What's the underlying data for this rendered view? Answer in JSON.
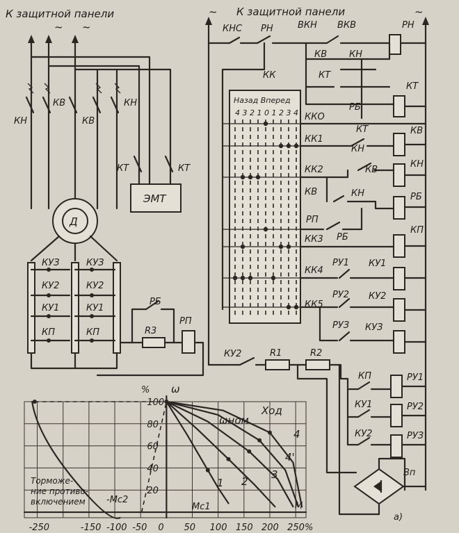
{
  "headings": {
    "left": "К защитной панели",
    "right": "К защитной панели",
    "ac_symbol": "~"
  },
  "motor": {
    "label": "Д",
    "brake": "ЭМТ"
  },
  "power_contacts": {
    "kv": "КВ",
    "kn": "КН",
    "kt": "КТ"
  },
  "rotor_contacts": [
    "КУЗ",
    "КУ2",
    "КУ1",
    "КП"
  ],
  "rotor_circuit": {
    "rb": "РБ",
    "r3": "R3",
    "rp": "РП"
  },
  "control": {
    "knc": "КНС",
    "rn": "РН",
    "vkn": "ВКН",
    "vkv": "ВКВ",
    "kk": "КК",
    "kk_title": "Назад Вперед",
    "kk_positions": "4 3 2 1 0 1 2 3 4",
    "kk_rows": [
      "ККО",
      "КК1",
      "КК2",
      "КК3",
      "КК4",
      "КК5"
    ],
    "contacts": [
      "КВ",
      "КН",
      "КТ",
      "РБ",
      "КТ",
      "КН",
      "КВ",
      "КВ",
      "КН",
      "РП",
      "РБ",
      "РУ1",
      "РУ2",
      "РУЗ"
    ],
    "coils": [
      "РН",
      "КТ",
      "КВ",
      "КН",
      "РБ",
      "КП",
      "КУ1",
      "КУ2",
      "КУЗ"
    ],
    "resistors": [
      "КУ2",
      "R1",
      "R2"
    ],
    "relay_contacts": [
      "КП",
      "КУ1",
      "КУ2"
    ],
    "relay_coils": [
      "РУ1",
      "РУ2",
      "РУЗ"
    ],
    "rectifier": "Вп",
    "figure_label": "а)"
  },
  "graph": {
    "y_unit": "%",
    "y_symbol": "ω",
    "y_ticks": [
      "100",
      "80",
      "60",
      "40",
      "20"
    ],
    "x_ticks": [
      "-250",
      "-150",
      "-100",
      "-50",
      "0",
      "50",
      "100",
      "150",
      "200",
      "250%"
    ],
    "omega_nom": "ωном",
    "hod": "Ход",
    "braking": [
      "Торможе-",
      "ние противо-",
      "включением"
    ],
    "mc2": "-Mс2",
    "mc1": "Mс1",
    "m": "M",
    "curve_labels": [
      "4",
      "4'",
      "3",
      "2",
      "1"
    ]
  },
  "chart_data": {
    "type": "line",
    "title": "",
    "xlabel": "M, %",
    "ylabel": "ω, %",
    "xlim": [
      -275,
      270
    ],
    "ylim": [
      -5,
      100
    ],
    "series": [
      {
        "name": "1",
        "x": [
          0,
          40,
          80,
          100,
          120
        ],
        "y": [
          100,
          70,
          38,
          22,
          8
        ]
      },
      {
        "name": "2",
        "x": [
          0,
          60,
          120,
          170,
          210
        ],
        "y": [
          100,
          75,
          48,
          25,
          5
        ]
      },
      {
        "name": "3",
        "x": [
          0,
          80,
          160,
          215,
          245
        ],
        "y": [
          100,
          82,
          55,
          30,
          5
        ]
      },
      {
        "name": "4'",
        "x": [
          0,
          100,
          180,
          230,
          255
        ],
        "y": [
          100,
          88,
          65,
          38,
          5
        ]
      },
      {
        "name": "4",
        "x": [
          0,
          110,
          200,
          245,
          262
        ],
        "y": [
          100,
          92,
          72,
          45,
          5
        ]
      }
    ]
  }
}
